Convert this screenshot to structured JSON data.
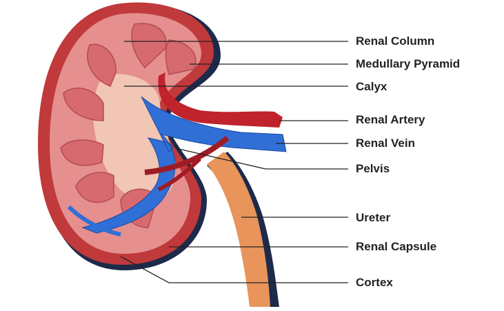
{
  "labels": {
    "renal_column": "Renal Column",
    "medullary_pyramid": "Medullary Pyramid",
    "calyx": "Calyx",
    "renal_artery": "Renal Artery",
    "renal_vein": "Renal Vein",
    "pelvis": "Pelvis",
    "ureter": "Ureter",
    "renal_capsule": "Renal Capsule",
    "cortex": "Cortex"
  },
  "colors": {
    "capsule": "#c0393b",
    "cortex": "#e58f8f",
    "medulla": "#f2c6b4",
    "pyramid": "#d66a6f",
    "artery": "#c0232b",
    "vein": "#2f6fd6",
    "ureter": "#e8945a",
    "outline": "#1d2a4a",
    "leader": "#222222"
  }
}
